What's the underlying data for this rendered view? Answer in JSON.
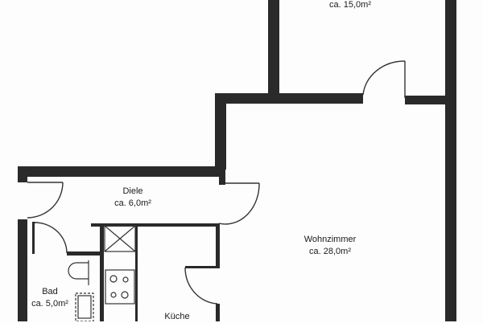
{
  "floorplan": {
    "rooms": [
      {
        "id": "zimmer",
        "name": "",
        "area": "ca. 15,0m²"
      },
      {
        "id": "wohnzimmer",
        "name": "Wohnzimmer",
        "area": "ca. 28,0m²"
      },
      {
        "id": "diele",
        "name": "Diele",
        "area": "ca. 6,0m²"
      },
      {
        "id": "bad",
        "name": "Bad",
        "area": "ca. 5,0m²"
      },
      {
        "id": "kueche",
        "name": "Küche",
        "area": ""
      }
    ],
    "colors": {
      "wall": "#2a2a2a",
      "line": "#333333",
      "background": "#fdfdfd"
    }
  }
}
